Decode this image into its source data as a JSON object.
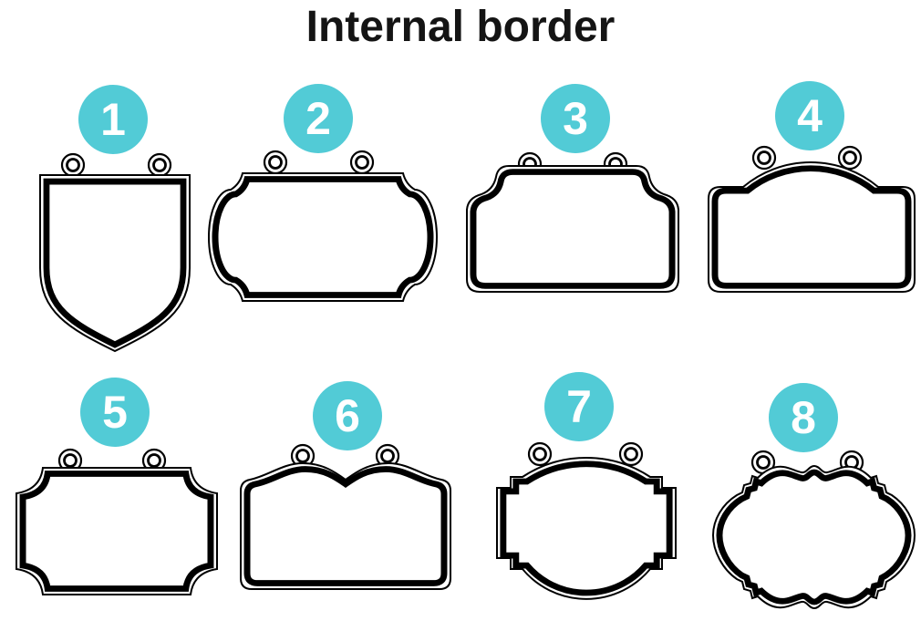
{
  "title": "Internal border",
  "colors": {
    "accent": "#52CBD6",
    "outline": "#000000",
    "background": "#FFFFFF",
    "number_text": "#FFFFFF"
  },
  "items": [
    {
      "number": "1",
      "icon": "shield-sign-icon"
    },
    {
      "number": "2",
      "icon": "bracket-label-sign-icon"
    },
    {
      "number": "3",
      "icon": "notched-top-rectangle-sign-icon"
    },
    {
      "number": "4",
      "icon": "arched-top-rectangle-sign-icon"
    },
    {
      "number": "5",
      "icon": "scooped-corner-rectangle-sign-icon"
    },
    {
      "number": "6",
      "icon": "double-arch-top-rectangle-sign-icon"
    },
    {
      "number": "7",
      "icon": "stepped-oval-sign-icon"
    },
    {
      "number": "8",
      "icon": "ornate-vintage-frame-sign-icon"
    }
  ]
}
